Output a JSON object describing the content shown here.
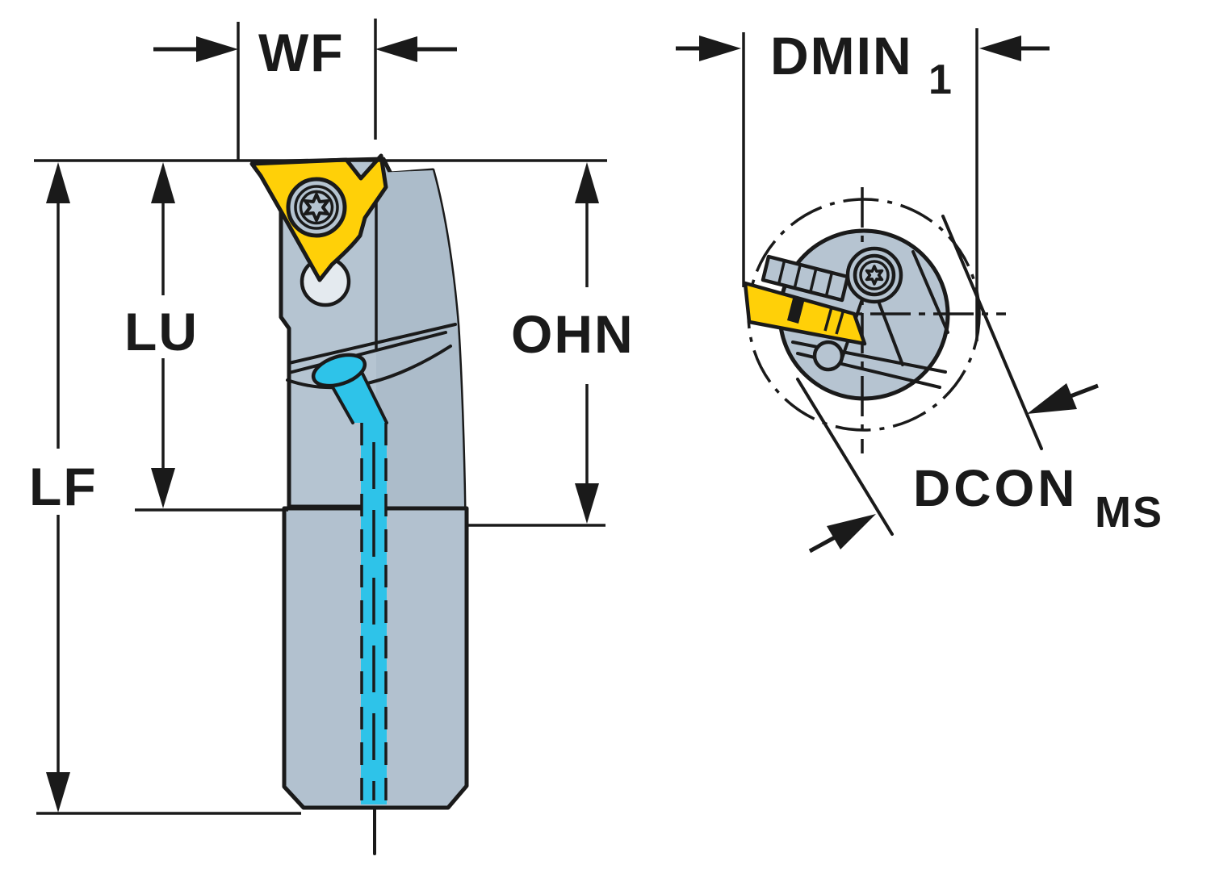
{
  "drawing": {
    "labels": {
      "wf": "WF",
      "dmin": "DMIN",
      "dmin_sub": "1",
      "lu": "LU",
      "lf": "LF",
      "ohn": "OHN",
      "dcon": "DCON",
      "dcon_sub": "MS"
    },
    "colors": {
      "line": "#1A1A1A",
      "body": "#B5C4D1",
      "facet": "#ACBCCA",
      "shank": "#B2C1CF",
      "end": "#B6C4D1",
      "yellow": "#FFD008",
      "cyan": "#2EC3E9",
      "hole": "#E4EAEF"
    }
  }
}
